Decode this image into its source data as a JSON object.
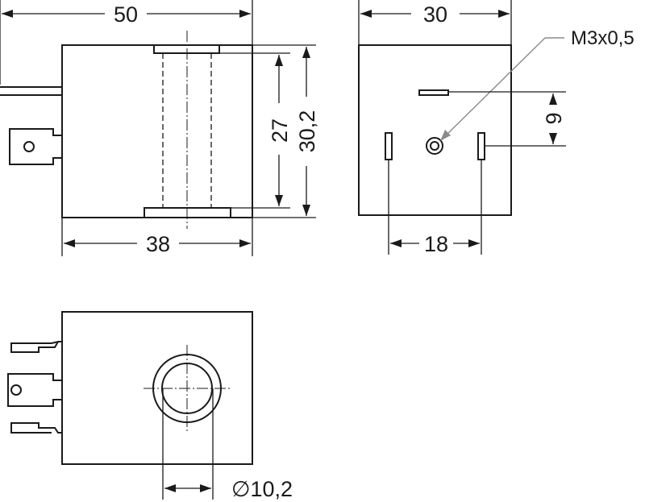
{
  "dimensions": {
    "front_width": "50",
    "side_width": "30",
    "thread": "M3x0,5",
    "inner_height": "27",
    "outer_height": "30,2",
    "pin_offset": "9",
    "body_width": "38",
    "pin_spacing": "18",
    "bore_diameter": "∅10,2"
  }
}
